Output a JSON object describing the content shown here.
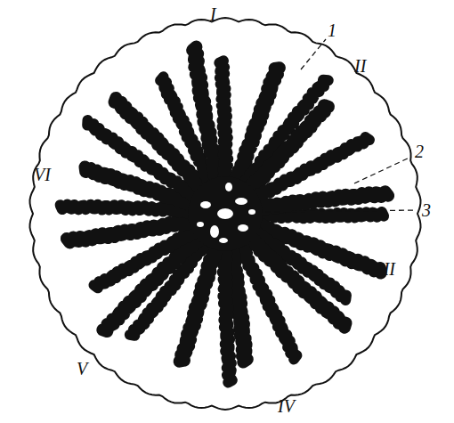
{
  "diagram": {
    "labels": [
      "I",
      "II",
      "III",
      "IV",
      "V",
      "VI",
      "1",
      "2",
      "3"
    ]
  }
}
